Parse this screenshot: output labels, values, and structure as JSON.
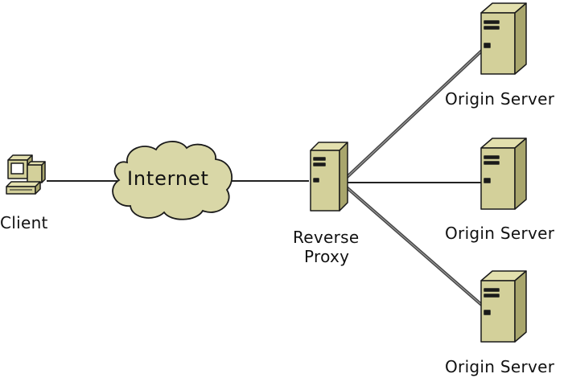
{
  "diagram": {
    "nodes": {
      "client": {
        "label": "Client",
        "icon": "computer-icon"
      },
      "internet": {
        "label": "Internet",
        "icon": "cloud-icon"
      },
      "proxy": {
        "label_line1": "Reverse",
        "label_line2": "Proxy",
        "icon": "server-tower-icon"
      },
      "origin_servers": [
        {
          "label": "Origin Server",
          "icon": "server-tower-icon"
        },
        {
          "label": "Origin Server",
          "icon": "server-tower-icon"
        },
        {
          "label": "Origin Server",
          "icon": "server-tower-icon"
        }
      ]
    },
    "edges": [
      {
        "from": "client",
        "to": "internet"
      },
      {
        "from": "internet",
        "to": "proxy"
      },
      {
        "from": "proxy",
        "to": "origin_servers.0"
      },
      {
        "from": "proxy",
        "to": "origin_servers.1"
      },
      {
        "from": "proxy",
        "to": "origin_servers.2"
      }
    ],
    "colors": {
      "device_fill": "#d3d09a",
      "device_shadow": "#a9a66d",
      "outline": "#1a1a1a",
      "cloud_fill": "#d9d7a7",
      "link_line": "#222222",
      "lan_link": "#555555"
    }
  }
}
